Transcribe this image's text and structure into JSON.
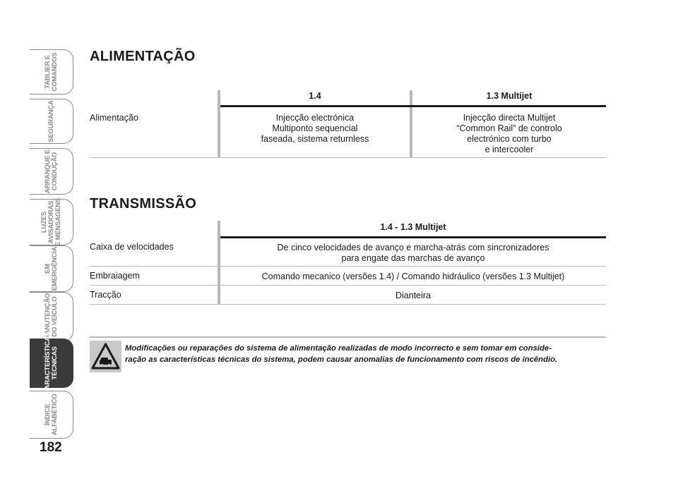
{
  "sidebar": {
    "tabs": [
      {
        "label": "TABLIER E\nCOMANDOS",
        "active": false
      },
      {
        "label": "SEGURANÇA",
        "active": false
      },
      {
        "label": "ARRANQUE E\nCONDUÇÃO",
        "active": false
      },
      {
        "label": "LUZES\nAVISADORAS\nE MENSAGENS",
        "active": false
      },
      {
        "label": "EM\nEMERGÊNCIA",
        "active": false
      },
      {
        "label": "MANUTENÇÃO\nDO VEÍCULO",
        "active": false
      },
      {
        "label": "CARACTERÍSTICAS\nTÉCNICAS",
        "active": true
      },
      {
        "label": "ÍNDICE\nALFABÉTICO",
        "active": false
      }
    ],
    "page_number": "182"
  },
  "alimentacao": {
    "title": "ALIMENTAÇÃO",
    "col1_header": "1.4",
    "col2_header": "1.3 Multijet",
    "row_label": "Alimentação",
    "col1_lines": [
      "Injecção electrónica",
      "Multiponto sequencial",
      "faseada, sistema returnless"
    ],
    "col2_lines": [
      "Injecção directa Multijet",
      "“Common Rail” de controlo",
      "electrónico com turbo",
      "e intercooler"
    ]
  },
  "transmissao": {
    "title": "TRANSMISSÃO",
    "header": "1.4 - 1.3 Multijet",
    "rows": [
      {
        "label": "Caixa de velocidades",
        "lines": [
          "De cinco velocidades de avanço e marcha-atrás com sincronizadores",
          "para engate das marchas de avanço"
        ]
      },
      {
        "label": "Embraiagem",
        "lines": [
          "Comando mecanico (versões 1.4) / Comando hidráulico (versões 1.3 Multijet)"
        ]
      },
      {
        "label": "Tracção",
        "lines": [
          "Dianteira"
        ]
      }
    ]
  },
  "warning": {
    "icon": "warning-triangle-icon",
    "line1": "Modificações ou reparações do sistema de alimentação realizadas de modo incorrecto e sem tomar em conside-",
    "line2": "ração as características técnicas do sistema, podem causar anomalias de funcionamento com riscos de incêndio."
  }
}
